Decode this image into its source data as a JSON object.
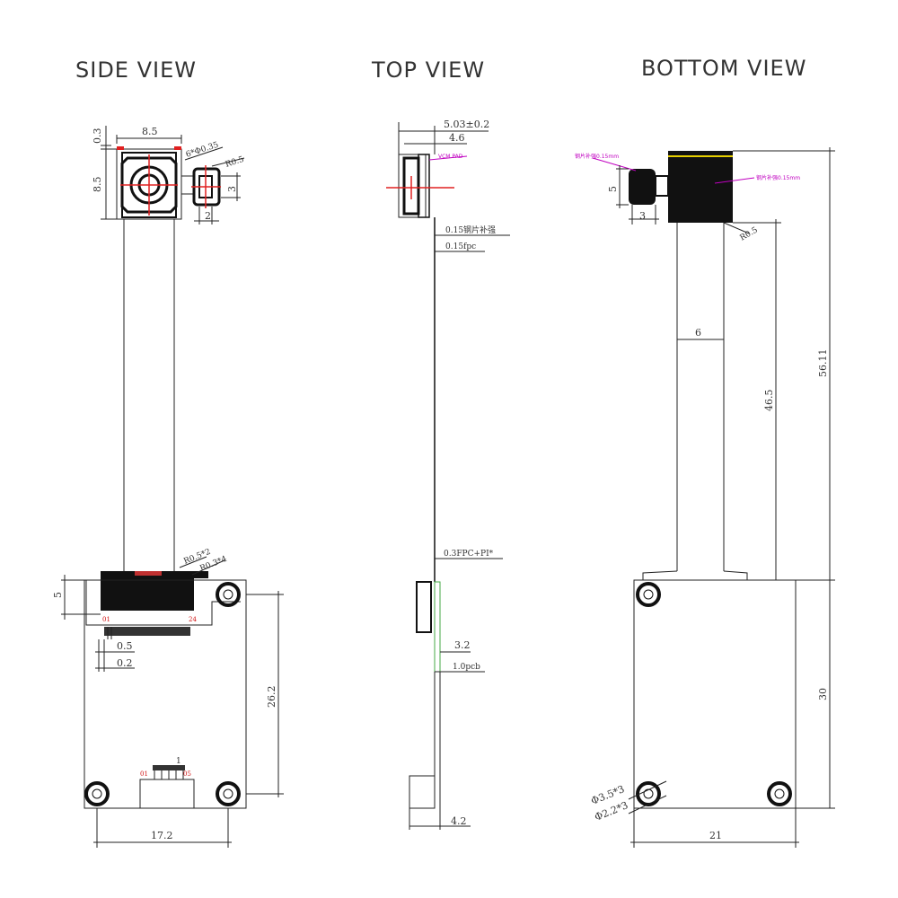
{
  "titles": {
    "side": "SIDE VIEW",
    "top": "TOP VIEW",
    "bottom": "BOTTOM VIEW"
  },
  "side": {
    "dim_top": "8.5",
    "dim_left_top": "0.3",
    "dim_left": "8.5",
    "holes": "6*Φ0.35",
    "r_small": "R0.5",
    "dim_conn_h": "3",
    "dim_conn_w": "2",
    "r_bottom_a": "R0.5*2",
    "r_bottom_b": "R0.3*4",
    "dim_5": "5",
    "dim_05": "0.5",
    "dim_02": "0.2",
    "dim_262": "26.2",
    "dim_172": "17.2",
    "pin_01": "01",
    "pin_24": "24",
    "pin_1": "1",
    "pin_a": "01",
    "pin_b": "05"
  },
  "top": {
    "dim_503": "5.03±0.2",
    "dim_46": "4.6",
    "vcm": "VCM PAD",
    "steel": "0.15钢片补强",
    "fpc": "0.15fpc",
    "fpc_pi": "0.3FPC+PI*",
    "dim_32": "3.2",
    "pcb": "1.0pcb",
    "dim_42": "4.2"
  },
  "bottom": {
    "label_left": "钢片补强0.15mm",
    "label_right": "钢片补强0.15mm",
    "dim_5": "5",
    "dim_3": "3",
    "r05": "R0.5",
    "dim_6": "6",
    "dim_465": "46.5",
    "dim_5611": "56.11",
    "dim_30": "30",
    "hole_a": "Φ3.5*3",
    "hole_b": "Φ2.2*3",
    "dim_21": "21"
  }
}
